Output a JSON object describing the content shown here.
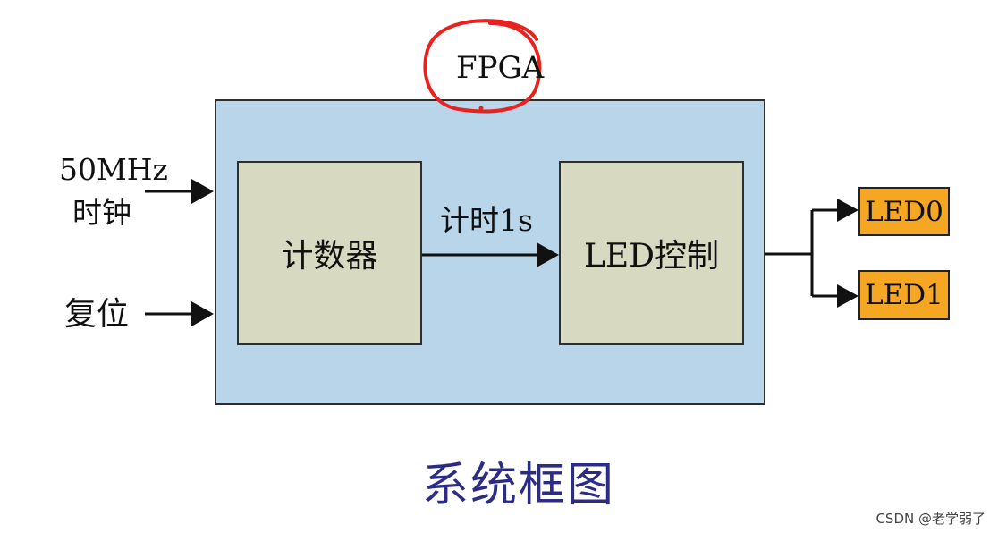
{
  "diagram": {
    "fpga_label": "FPGA",
    "inputs": {
      "clock_line1": "50MHz",
      "clock_line2": "时钟",
      "reset": "复位"
    },
    "blocks": {
      "counter": "计数器",
      "led_control": "LED控制"
    },
    "signal_label": "计时1s",
    "outputs": [
      "LED0",
      "LED1"
    ],
    "caption": "系统框图",
    "colors": {
      "fpga_fill": "#b8d5ea",
      "block_fill": "#d7d9c0",
      "led_fill": "#f5a623",
      "highlight_circle": "#e8231f",
      "caption": "#2c2c86"
    }
  },
  "watermark": "CSDN @老学弱了"
}
